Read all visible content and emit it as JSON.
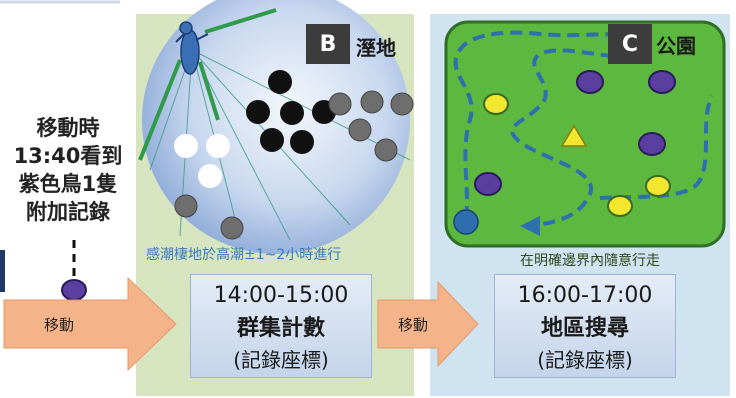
{
  "left_note": {
    "lines": [
      "移動時",
      "13:40看到",
      "紫色鳥1隻",
      "附加記錄"
    ]
  },
  "panel_b": {
    "tag": "B",
    "label": "溼地",
    "caption": "感潮棲地於高潮±1~2小時進行",
    "box": {
      "time": "14:00-15:00",
      "title": "群集計數",
      "subtitle": "(記錄座標)"
    }
  },
  "panel_c": {
    "tag": "C",
    "label": "公園",
    "caption": "在明確邊界內隨意行走",
    "box": {
      "time": "16:00-17:00",
      "title": "地區搜尋",
      "subtitle": "(記錄座標)"
    }
  },
  "arrows": {
    "move_label_1": "移動",
    "move_label_2": "移動"
  },
  "colors": {
    "purple_bird": "#5b3fa0",
    "yellow_bird": "#f2e72e",
    "black_bird": "#111111",
    "gray_bird": "#6e6e6e",
    "white_bird": "#ffffff",
    "arrow": "#f4b389",
    "park_green": "#5cb83e",
    "path_blue": "#2e6fb0"
  }
}
